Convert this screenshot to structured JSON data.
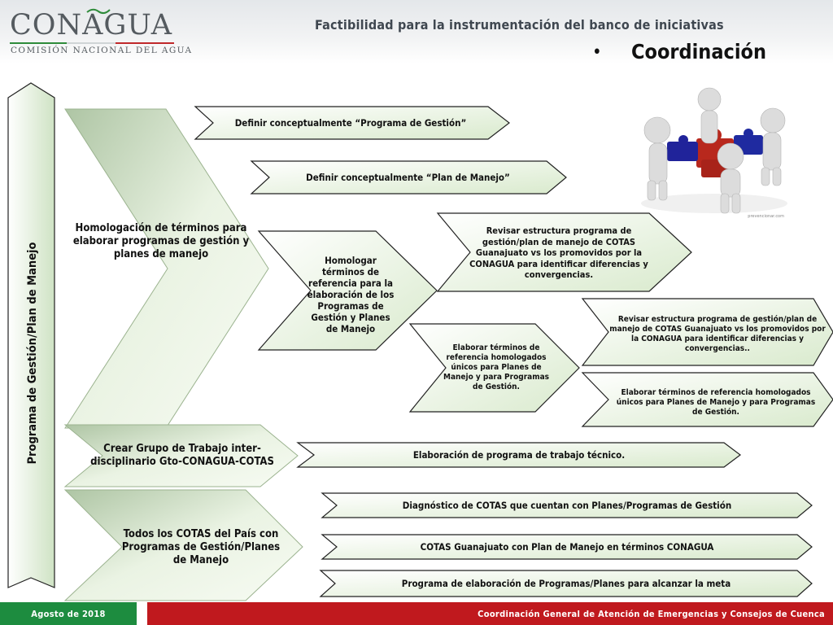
{
  "header": {
    "logo_word": "CONAGUA",
    "logo_subtitle": "COMISIÓN NACIONAL DEL AGUA",
    "title": "Factibilidad para la instrumentación del banco de iniciativas",
    "bullet": "•",
    "section": "Coordinación"
  },
  "diagram": {
    "vertical_label": "Programa de Gestión/Plan de Manejo",
    "level1": [
      "Homologación de términos para elaborar programas de gestión y planes de manejo",
      "Crear Grupo de Trabajo inter-disciplinario Gto-CONAGUA-COTAS",
      "Todos los COTAS del País con Programas de Gestión/Planes de Manejo"
    ],
    "definir_programa": "Definir conceptualmente “Programa de Gestión”",
    "definir_plan": "Definir conceptualmente “Plan de Manejo”",
    "homologar": "Homologar términos de referencia para la elaboración de los Programas de Gestión y Planes de Manejo",
    "revisar_1": "Revisar estructura programa de gestión/plan de manejo de COTAS Guanajuato vs los promovidos por la CONAGUA para identificar diferencias y convergencias.",
    "elaborar_1": "Elaborar términos de referencia homologados únicos para Planes de Manejo y para Programas de Gestión.",
    "revisar_2": "Revisar estructura programa de gestión/plan de manejo de COTAS Guanajuato vs los promovidos por la CONAGUA para identificar diferencias y convergencias..",
    "elaborar_2": "Elaborar términos de referencia homologados únicos para Planes de Manejo y para Programas de Gestión.",
    "trabajo": "Elaboración de programa de trabajo técnico.",
    "diagnostico": "Diagnóstico de COTAS que cuentan con Planes/Programas de Gestión",
    "cotas_gto": "COTAS Guanajuato con Plan de Manejo en términos CONAGUA",
    "programa_elab": "Programa de elaboración de Programas/Planes para alcanzar la meta"
  },
  "image_caption": "prevencionar.com",
  "footer": {
    "date": "Agosto de 2018",
    "org": "Coordinación General de Atención de Emergencias y Consejos de Cuenca"
  },
  "colors": {
    "green": "#1d8c3f",
    "red": "#c0191e",
    "shape_fill_light": "#f2f8ee",
    "shape_fill_dark": "#cfe3c4"
  }
}
